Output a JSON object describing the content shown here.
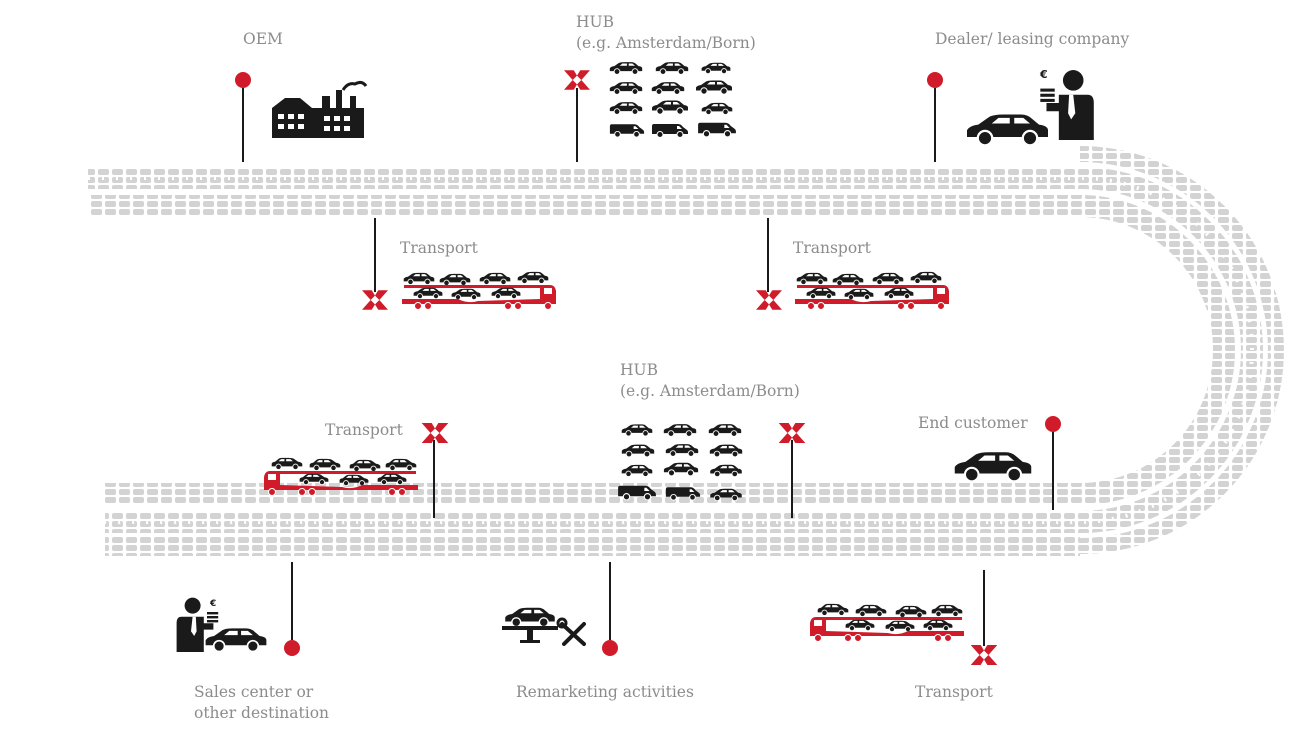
{
  "diagram": {
    "stops": {
      "oem": {
        "label": "OEM"
      },
      "hub_top": {
        "line1": "HUB",
        "line2": "(e.g. Amsterdam/Born)"
      },
      "dealer": {
        "label": "Dealer/ leasing company"
      },
      "transport_top_left": {
        "label": "Transport"
      },
      "transport_top_right": {
        "label": "Transport"
      },
      "hub_bottom": {
        "line1": "HUB",
        "line2": "(e.g. Amsterdam/Born)"
      },
      "end_customer": {
        "label": "End customer"
      },
      "transport_bottom_left": {
        "label": "Transport"
      },
      "sales_center": {
        "line1": "Sales center or",
        "line2": "other destination"
      },
      "remarketing": {
        "label": "Remarketing activities"
      },
      "transport_bottom_right": {
        "label": "Transport"
      }
    },
    "icons": {
      "currency_symbol": "€"
    },
    "colors": {
      "accent_red": "#d01c2a",
      "track_gray": "#d3d3d3",
      "text_gray": "#8c8c8c",
      "icon_black": "#1a1a1a"
    }
  }
}
